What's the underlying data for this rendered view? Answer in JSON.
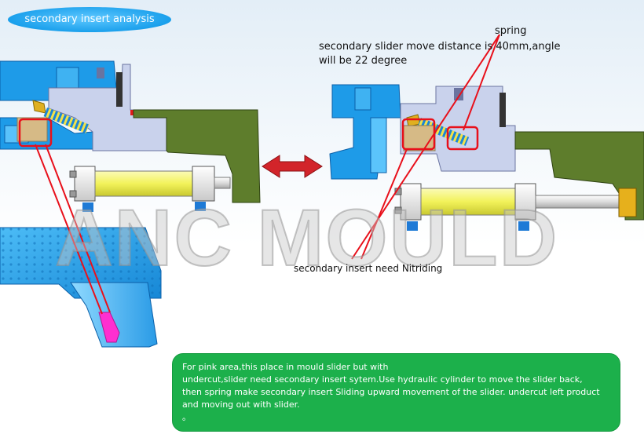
{
  "title": "secondary insert analysis",
  "labels": {
    "spring": "spring",
    "move_distance_line1": "secondary slider move distance is 40mm,angle",
    "move_distance_line2": "will be 22 degree",
    "nitriding": "secondary insert need Nitriding"
  },
  "watermark": "ANC MOULD",
  "note": {
    "lines": [
      "For pink area,this place in mould slider but with",
      "undercut,slider need secondary insert sytem.Use hydraulic cylinder to move the slider back,",
      "then spring make secondary insert Sliding upward movement of the slider. undercut left product",
      "and moving out with slider.",
      "。"
    ]
  },
  "colors": {
    "title_pill": "#1aa0ec",
    "mould_blue": "#1e9be8",
    "slider_block": "#c9d2ec",
    "green_block": "#5e7d2c",
    "cylinder_yellow": "#f2f25a",
    "double_arrow": "#d2242a",
    "pointer_lines": "#e8101b",
    "pink_area": "#ff2fd0",
    "note_box": "#1cb04b"
  },
  "icons": [
    "double-arrow-icon"
  ]
}
